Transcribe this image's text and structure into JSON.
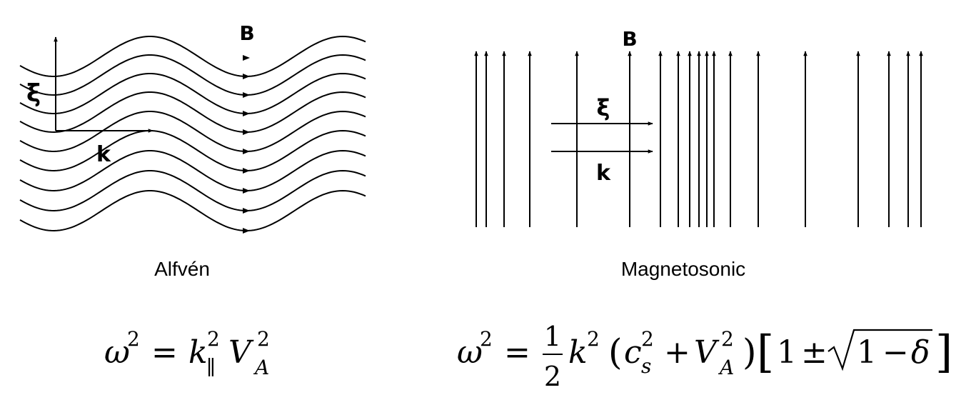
{
  "alfven": {
    "caption": "Alfvén",
    "field_label": "B",
    "displacement_label": "ξ",
    "wavevector_label": "k",
    "dispersion": {
      "lhs": "ω",
      "lhs_power": "2",
      "equals": "=",
      "k": "k",
      "k_power": "2",
      "k_sub": "∥",
      "v": "V",
      "v_power": "2",
      "v_sub": "A"
    }
  },
  "magnetosonic": {
    "caption": "Magnetosonic",
    "field_label": "B",
    "displacement_label": "ξ",
    "wavevector_label": "k",
    "dispersion": {
      "lhs": "ω",
      "lhs_power": "2",
      "equals": "=",
      "frac_num": "1",
      "frac_den": "2",
      "k": "k",
      "k_power": "2",
      "lparen": "(",
      "c": "c",
      "c_power": "2",
      "c_sub": "s",
      "plus": "+",
      "v": "V",
      "v_power": "2",
      "v_sub": "A",
      "rparen": ")",
      "lbracket": "[",
      "one": "1",
      "pm": "±",
      "one_b": "1",
      "minus": "−",
      "delta": "δ",
      "rbracket": "]"
    }
  }
}
